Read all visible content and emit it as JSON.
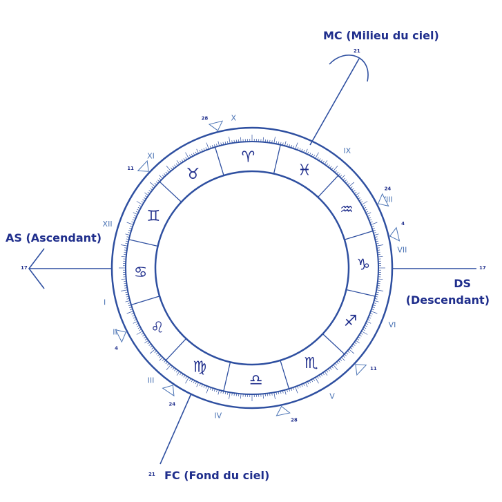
{
  "colors": {
    "ink": "#1f2e8c",
    "line": "#2e4fa0",
    "light": "#4a73b4"
  },
  "axes": {
    "mc": {
      "label": "MC (Milieu du ciel)",
      "degree": "21"
    },
    "as": {
      "label": "AS (Ascendant)",
      "degree": "17"
    },
    "ds": {
      "label_line1": "DS",
      "label_line2": "(Descendant)",
      "degree": "17"
    },
    "fc": {
      "label": "FC (Fond du ciel)",
      "degree": "21"
    }
  },
  "signs": [
    {
      "name": "aries-sign",
      "glyph": "♈"
    },
    {
      "name": "pisces-sign",
      "glyph": "♓"
    },
    {
      "name": "aquarius-sign",
      "glyph": "♒"
    },
    {
      "name": "capricorn-sign",
      "glyph": "♑"
    },
    {
      "name": "sagittarius-sign",
      "glyph": "♐"
    },
    {
      "name": "scorpio-sign",
      "glyph": "♏"
    },
    {
      "name": "libra-sign",
      "glyph": "♎"
    },
    {
      "name": "virgo-sign",
      "glyph": "♍"
    },
    {
      "name": "leo-sign",
      "glyph": "♌"
    },
    {
      "name": "cancer-sign",
      "glyph": "♋"
    },
    {
      "name": "gemini-sign",
      "glyph": "♊"
    },
    {
      "name": "taurus-sign",
      "glyph": "♉"
    }
  ],
  "houses": [
    {
      "numeral": "I"
    },
    {
      "numeral": "II"
    },
    {
      "numeral": "III"
    },
    {
      "numeral": "IV"
    },
    {
      "numeral": "V"
    },
    {
      "numeral": "VI"
    },
    {
      "numeral": "VII"
    },
    {
      "numeral": "VIII"
    },
    {
      "numeral": "IX"
    },
    {
      "numeral": "X"
    },
    {
      "numeral": "XI"
    },
    {
      "numeral": "XII"
    }
  ],
  "cusps": [
    {
      "house": "II",
      "degree": "4"
    },
    {
      "house": "III",
      "degree": "24"
    },
    {
      "house": "V",
      "degree": "28"
    },
    {
      "house": "VI",
      "degree": "11"
    },
    {
      "house": "VIII",
      "degree": "24"
    },
    {
      "house": "IX",
      "degree": "4"
    },
    {
      "house": "XI",
      "degree": "28"
    },
    {
      "house": "XII",
      "degree": "11"
    }
  ]
}
